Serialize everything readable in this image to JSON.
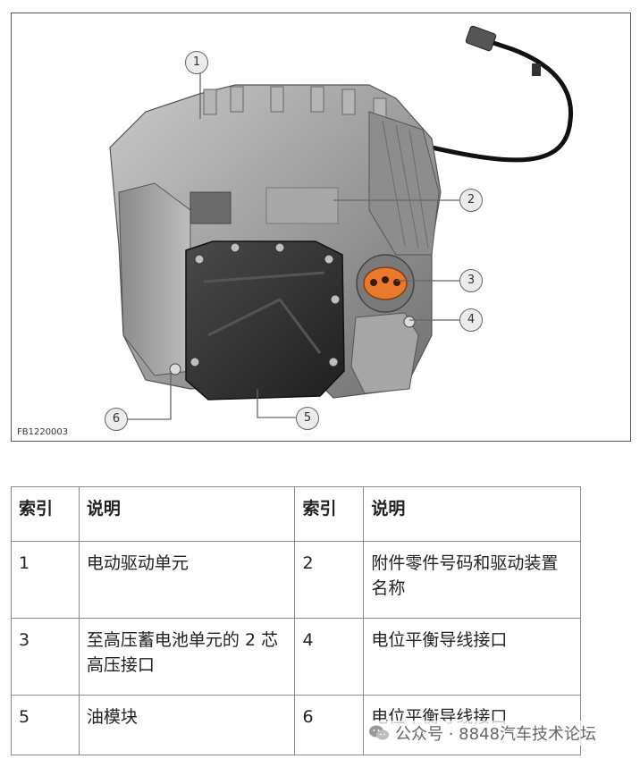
{
  "figure": {
    "id_label": "FB1220003",
    "callouts": [
      "1",
      "2",
      "3",
      "4",
      "5",
      "6"
    ]
  },
  "table": {
    "headers": [
      "索引",
      "说明",
      "索引",
      "说明"
    ],
    "rows": [
      [
        "1",
        "电动驱动单元",
        "2",
        "附件零件号码和驱动装置名称"
      ],
      [
        "3",
        "至高压蓄电池单元的 2 芯高压接口",
        "4",
        "电位平衡导线接口"
      ],
      [
        "5",
        "油模块",
        "6",
        "电位平衡导线接口"
      ]
    ]
  },
  "watermark": {
    "icon": "wechat-icon",
    "text": "公众号 · 8848汽车技术论坛"
  },
  "colors": {
    "frame_border": "#555555",
    "connector_orange": "#e8792d",
    "housing_gray": "#9a9a9a",
    "oil_module_dark": "#2e2e2e"
  }
}
